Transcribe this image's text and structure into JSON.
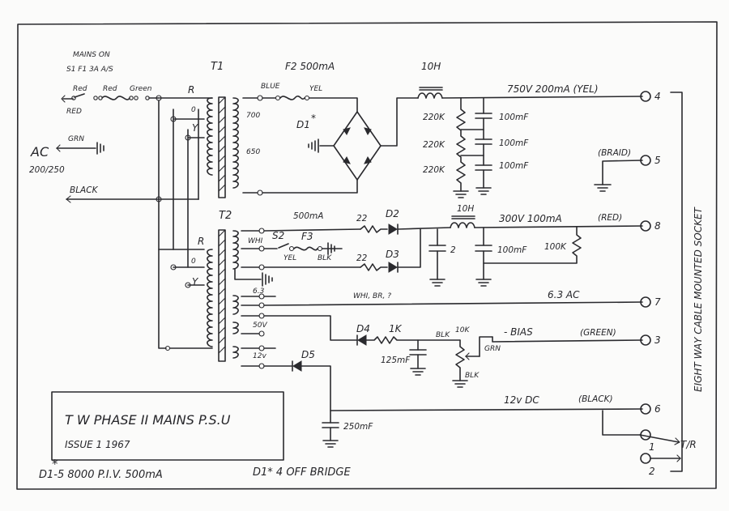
{
  "title_block": {
    "title": "T W PHASE II MAINS P.S.U",
    "issue": "ISSUE 1 1967"
  },
  "notes": {
    "diodes": "D1-5 8000 P.I.V. 500mA",
    "bridge": "D1* 4 OFF BRIDGE",
    "star": "*"
  },
  "mains": {
    "switch_label": "MAINS ON",
    "switch_parts": "S1 F1 3A A/S",
    "red1": "Red",
    "red2": "Red",
    "green": "Green",
    "red_arrow": "RED",
    "grn": "GRN",
    "ac": "AC",
    "ac_volts": "200/250",
    "black": "BLACK"
  },
  "transformers": {
    "t1": "T1",
    "t2": "T2",
    "r1": "R",
    "o1": "0",
    "y1": "Y",
    "t700": "700",
    "t650": "650",
    "r2": "R",
    "o2": "0",
    "y2": "Y",
    "whi": "WHI",
    "s2": "S2",
    "f3": "F3",
    "yel_sw": "YEL",
    "blk_sw": "BLK",
    "t63": "6.3",
    "t50v": "50V",
    "t12v": "12v"
  },
  "hv_section": {
    "f2": "F2 500mA",
    "blue": "BLUE",
    "yel": "YEL",
    "d1": "D1",
    "star": "*",
    "choke": "10H",
    "out_label": "750V 200mA (YEL)",
    "r_a": "220K",
    "r_b": "220K",
    "r_c": "220K",
    "c_a": "100mF",
    "c_b": "100mF",
    "c_c": "100mF",
    "braid": "(BRAID)"
  },
  "mv_section": {
    "current": "500mA",
    "r22a": "22",
    "r22b": "22",
    "d2": "D2",
    "d3": "D3",
    "choke": "10H",
    "out_label": "300V 100mA",
    "red": "(RED)",
    "c2": "2",
    "c100": "100mF",
    "r100k": "100K"
  },
  "heater": {
    "label": "WHI, BR, ?",
    "ac": "6.3 AC"
  },
  "bias": {
    "d4": "D4",
    "r1k": "1K",
    "blk1": "BLK",
    "pot": "10K",
    "label": "- BIAS",
    "green": "(GREEN)",
    "grn": "GRN",
    "c125": "125mF",
    "blk2": "BLK"
  },
  "dc12": {
    "d5": "D5",
    "label": "12v DC",
    "black": "(BLACK)",
    "c250": "250mF",
    "tr": "T/R"
  },
  "socket": {
    "title": "EIGHT WAY CABLE MOUNTED SOCKET",
    "pins": [
      "4",
      "5",
      "8",
      "7",
      "3",
      "6",
      "1",
      "2"
    ]
  }
}
